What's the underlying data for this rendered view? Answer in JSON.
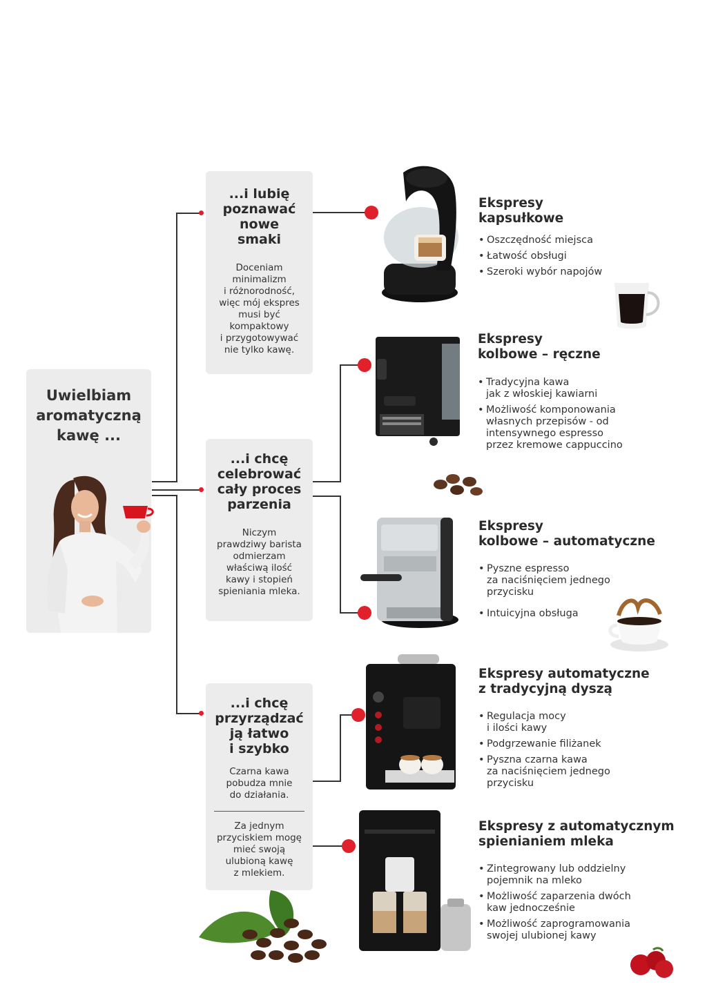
{
  "root": {
    "title_lines": [
      "Uwielbiam",
      "aromatyczną",
      "kawę ..."
    ]
  },
  "preferences": [
    {
      "title_lines": [
        "...i lubię",
        "poznawać",
        "nowe",
        "smaki"
      ],
      "desc_lines": [
        "Doceniam",
        "minimalizm",
        "i różnorodność,",
        "więc mój ekspres",
        "musi być",
        "kompaktowy",
        "i przygotowywać",
        "nie tylko kawę."
      ]
    },
    {
      "title_lines": [
        "...i chcę",
        "celebrować",
        "cały proces",
        "parzenia"
      ],
      "desc_lines": [
        "Niczym",
        "prawdziwy barista",
        "odmierzam",
        "właściwą ilość",
        "kawy i stopień",
        "spieniania mleka."
      ]
    },
    {
      "title_lines": [
        "...i chcę",
        "przyrządzać",
        "ją łatwo",
        "i szybko"
      ],
      "desc_lines": [
        "Czarna kawa",
        "pobudza mnie",
        "do działania."
      ],
      "desc2_lines": [
        "Za jednym",
        "przyciskiem mogę",
        "mieć swoją",
        "ulubioną kawę",
        "z mlekiem."
      ]
    }
  ],
  "categories": [
    {
      "title_lines": [
        "Ekspresy",
        "kapsułkowe"
      ],
      "features": [
        [
          "Oszczędność miejsca"
        ],
        [
          "Łatwość obsługi"
        ],
        [
          "Szeroki wybór napojów"
        ]
      ]
    },
    {
      "title_lines": [
        "Ekspresy",
        "kolbowe – ręczne"
      ],
      "features": [
        [
          "Tradycyjna kawa",
          "jak z włoskiej kawiarni"
        ],
        [
          "Możliwość komponowania",
          "własnych przepisów - od",
          "intensywnego espresso",
          "przez kremowe cappuccino"
        ]
      ]
    },
    {
      "title_lines": [
        "Ekspresy",
        "kolbowe – automatyczne"
      ],
      "features": [
        [
          "Pyszne espresso",
          "za naciśnięciem jednego",
          "przycisku"
        ],
        [
          "Intuicyjna obsługa"
        ]
      ]
    },
    {
      "title_lines": [
        "Ekspresy automatyczne",
        "z tradycyjną dyszą"
      ],
      "features": [
        [
          "Regulacja mocy",
          "i ilości kawy"
        ],
        [
          "Podgrzewanie filiżanek"
        ],
        [
          "Pyszna czarna kawa",
          "za naciśnięciem jednego",
          "przycisku"
        ]
      ]
    },
    {
      "title_lines": [
        "Ekspresy z automatycznym",
        "spienianiem mleka"
      ],
      "features": [
        [
          "Zintegrowany lub oddzielny",
          "pojemnik na mleko"
        ],
        [
          "Możliwość zaparzenia dwóch",
          "kaw jednocześnie"
        ],
        [
          "Możliwość zaprogramowania",
          "swojej ulubionej kawy"
        ]
      ]
    }
  ],
  "colors": {
    "accent": "#e0202a",
    "card_bg": "#ececec",
    "line": "#333333"
  },
  "images": {
    "woman": "woman-holding-red-cup",
    "machine_1": "capsule-coffee-machine",
    "machine_2": "manual-espresso-machine",
    "machine_3": "automatic-portafilter-machine",
    "machine_4": "automatic-machine-traditional-nozzle",
    "machine_5": "automatic-machine-milk-frother",
    "decor": [
      "espresso-glass-cup",
      "coffee-beans",
      "splashing-coffee-cup",
      "coffee-beans-with-leaves",
      "coffee-cherries"
    ]
  }
}
